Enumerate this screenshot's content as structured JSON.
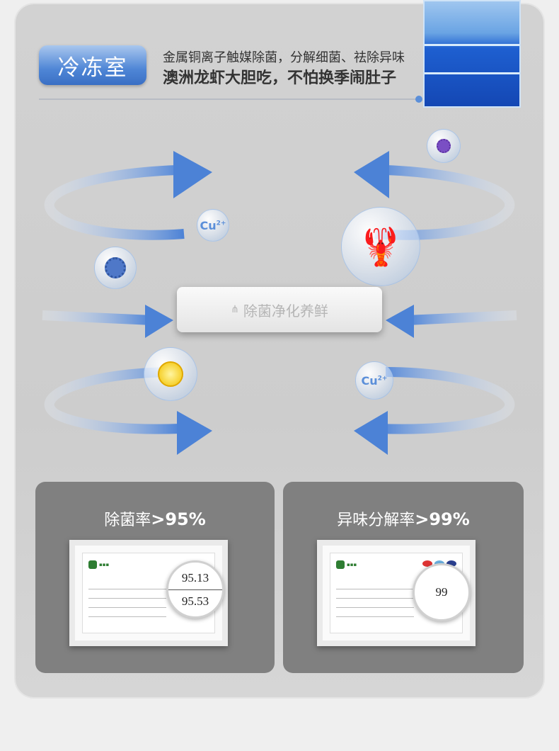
{
  "header": {
    "badge": "冷冻室",
    "line1": "金属铜离子触媒除菌，分解细菌、祛除异味",
    "line2": "澳洲龙虾大胆吃，不怕换季闹肚子"
  },
  "center": {
    "label": "除菌净化养鲜"
  },
  "bubbles": {
    "cu_left": "Cu",
    "cu_right": "Cu",
    "charge": "2+"
  },
  "cards": [
    {
      "title": "除菌率",
      "value": ">95%",
      "readings": [
        "95.13",
        "95.53"
      ]
    },
    {
      "title": "异味分解率",
      "value": ">99%",
      "readings": [
        "99"
      ]
    }
  ],
  "colors": {
    "accent": "#5b8fd9",
    "card": "#808080"
  }
}
